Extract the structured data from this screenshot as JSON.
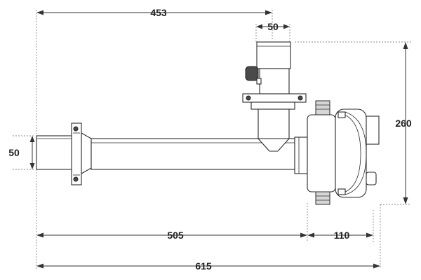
{
  "dimensions": {
    "overall_length": "453",
    "vertical_port_width": "50",
    "inlet_diameter": "50",
    "height": "260",
    "pipe_length": "505",
    "pump_length": "110",
    "total_length": "615"
  }
}
